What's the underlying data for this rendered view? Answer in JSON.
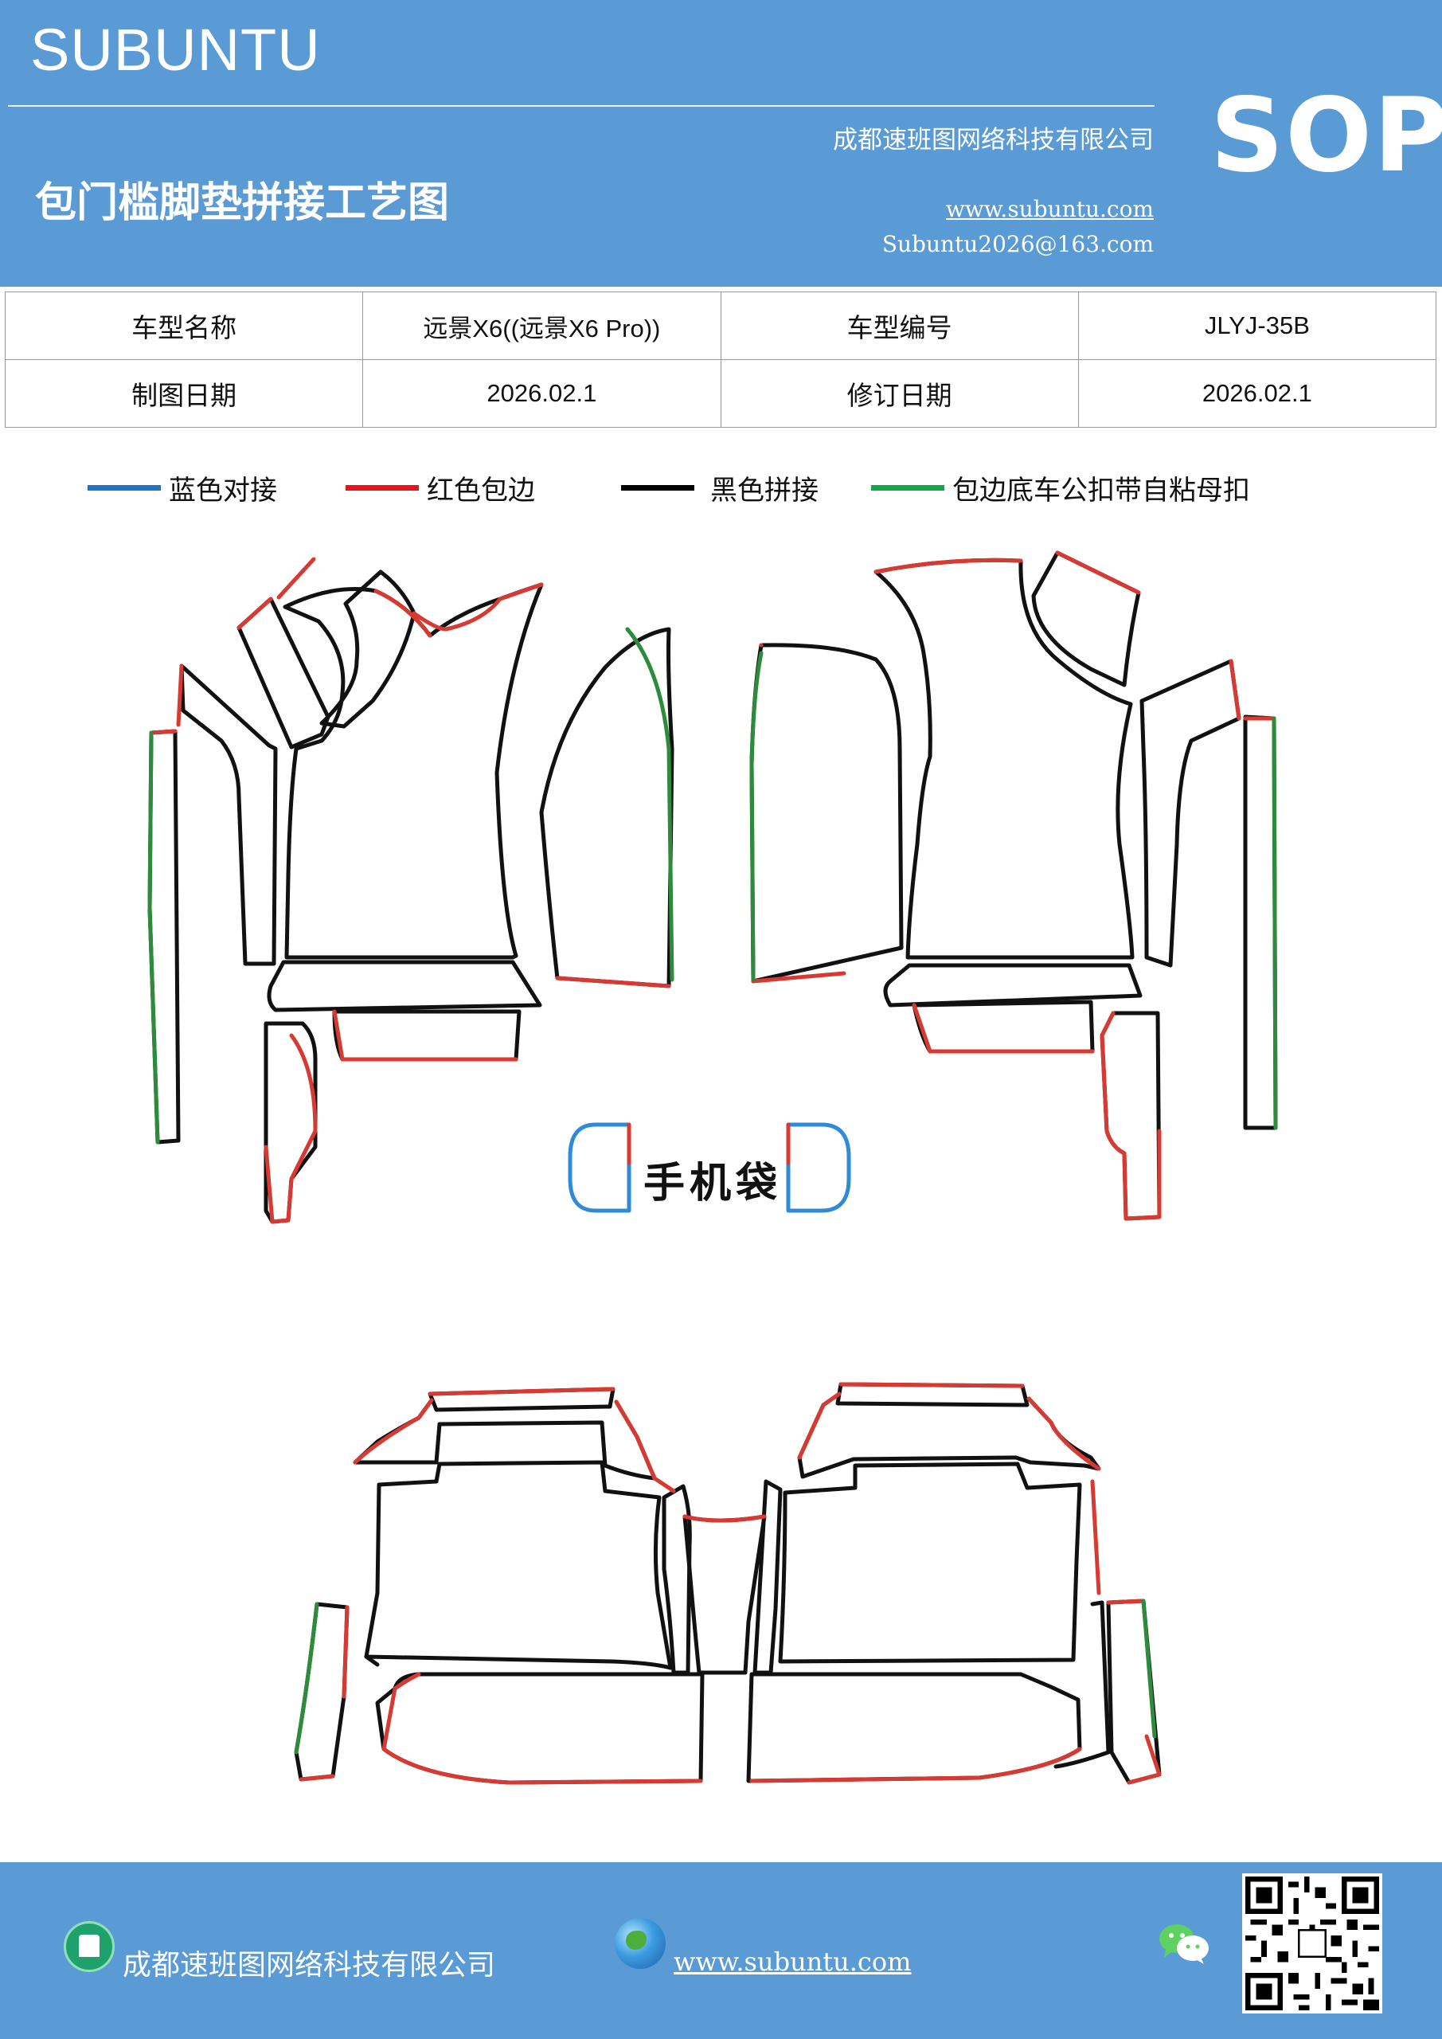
{
  "header": {
    "brand": "SUBUNTU",
    "company": "成都速班图网络科技有限公司",
    "title": "包门槛脚垫拼接工艺图",
    "website": "www.subuntu.com",
    "email": "Subuntu2026@163.com",
    "badge": "SOP"
  },
  "info_table": {
    "row1": {
      "label1": "车型名称",
      "value1": "远景X6((远景X6  Pro))",
      "label2": "车型编号",
      "value2": "JLYJ-35B"
    },
    "row2": {
      "label1": "制图日期",
      "value1": "2026.02.1",
      "label2": "修订日期",
      "value2": "2026.02.1"
    }
  },
  "legend": [
    {
      "label": "蓝色对接",
      "color": "#1f72c4"
    },
    {
      "label": "红色包边",
      "color": "#e8141c"
    },
    {
      "label": "黑色拼接",
      "color": "#000000"
    },
    {
      "label": "包边底车公扣带自粘母扣",
      "color": "#12a84a"
    }
  ],
  "diagram": {
    "phone_pocket_label": "手机袋"
  },
  "colors": {
    "header_blue": "#5b9bd5",
    "seam_red": "#d73a32",
    "seam_green": "#2c8c3c",
    "seam_blue": "#2f8ad8"
  },
  "footer": {
    "company": "成都速班图网络科技有限公司",
    "website": "www.subuntu.com",
    "icons": [
      "building-icon",
      "globe-icon",
      "wechat-icon",
      "qr-code"
    ]
  }
}
